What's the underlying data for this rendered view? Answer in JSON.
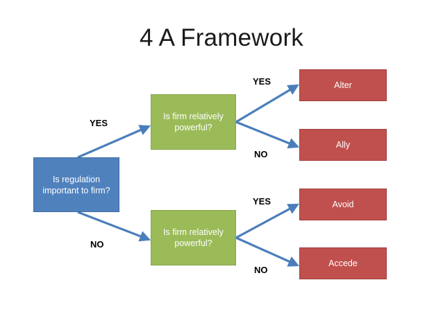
{
  "title": "4 A Framework",
  "colors": {
    "root": "#4f81bd",
    "decision": "#9bbb59",
    "outcome": "#c0504d",
    "arrow": "#4a7ebb",
    "label_text": "#000000",
    "node_text": "#ffffff",
    "title_text": "#1a1a1a",
    "background": "#ffffff"
  },
  "diagram": {
    "type": "decision-tree",
    "root": {
      "id": "root",
      "label": "Is regulation important to firm?",
      "kind": "question"
    },
    "decisions": [
      {
        "id": "decision-top",
        "label": "Is firm relatively powerful?",
        "kind": "question"
      },
      {
        "id": "decision-bottom",
        "label": "Is firm relatively powerful?",
        "kind": "question"
      }
    ],
    "outcomes": [
      {
        "id": "outcome-alter",
        "label": "Alter"
      },
      {
        "id": "outcome-ally",
        "label": "Ally"
      },
      {
        "id": "outcome-avoid",
        "label": "Avoid"
      },
      {
        "id": "outcome-accede",
        "label": "Accede"
      }
    ],
    "edges": [
      {
        "id": "edge-root-yes",
        "label": "YES",
        "from": "root",
        "to": "decision-top"
      },
      {
        "id": "edge-root-no",
        "label": "NO",
        "from": "root",
        "to": "decision-bottom"
      },
      {
        "id": "edge-top-yes",
        "label": "YES",
        "from": "decision-top",
        "to": "outcome-alter"
      },
      {
        "id": "edge-top-no",
        "label": "NO",
        "from": "decision-top",
        "to": "outcome-ally"
      },
      {
        "id": "edge-bottom-yes",
        "label": "YES",
        "from": "decision-bottom",
        "to": "outcome-avoid"
      },
      {
        "id": "edge-bottom-no",
        "label": "NO",
        "from": "decision-bottom",
        "to": "outcome-accede"
      }
    ]
  }
}
